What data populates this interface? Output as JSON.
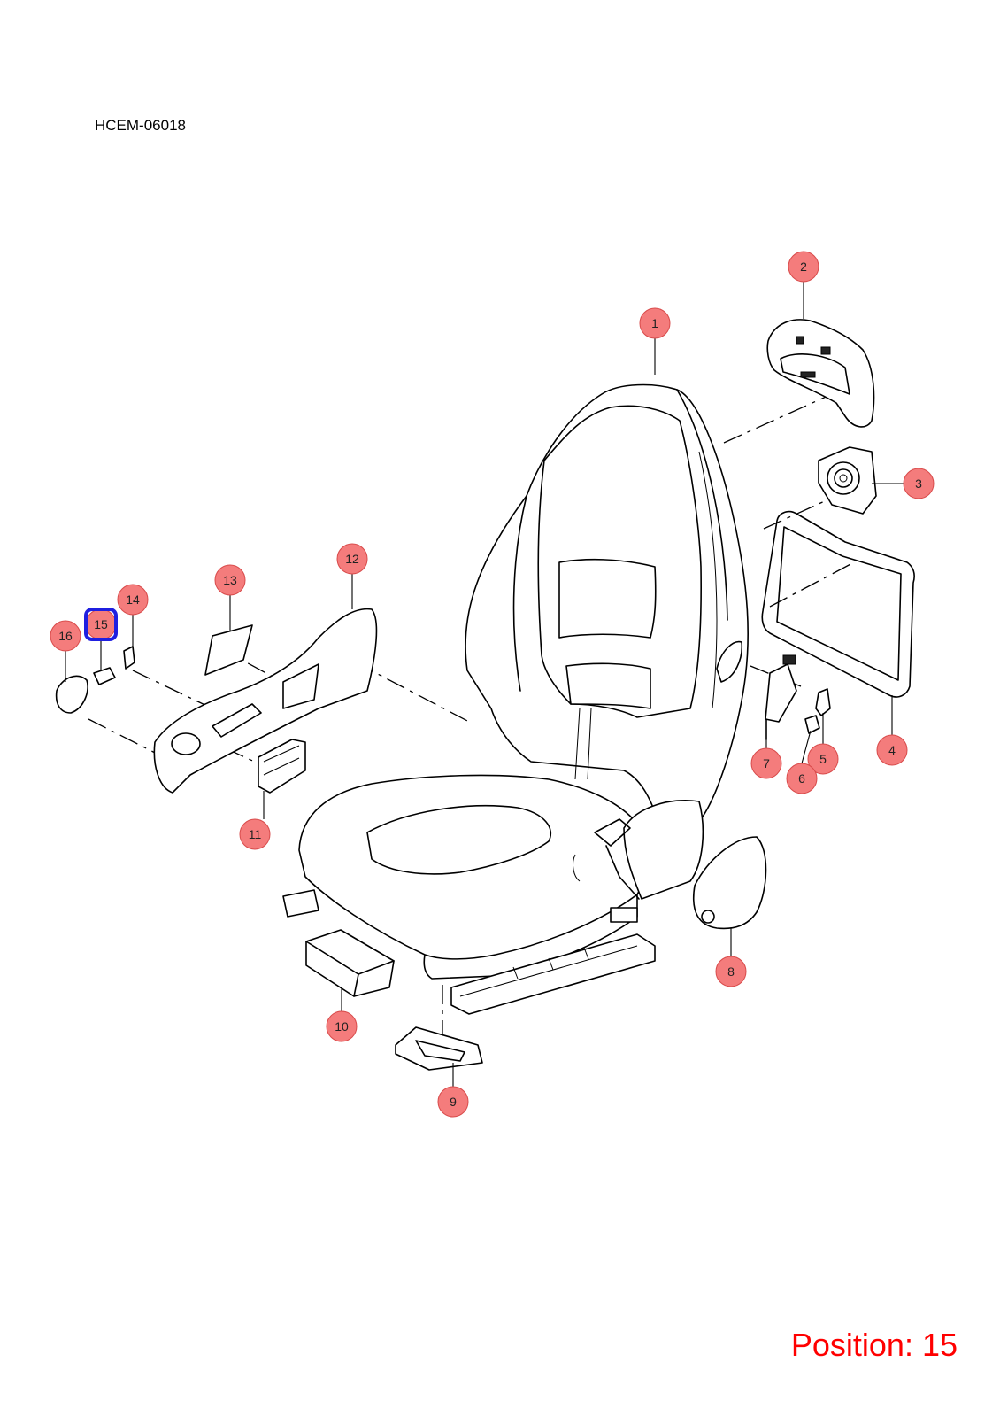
{
  "drawing_code": "HCEM-06018",
  "position_readout": "Position: 15",
  "selected_callout": "15",
  "colors": {
    "callout_fill": "#f47c7c",
    "callout_stroke": "#d84a4a",
    "highlight": "#1f1fe0",
    "position_text": "#ff0000"
  },
  "callouts": [
    {
      "label": "1"
    },
    {
      "label": "2"
    },
    {
      "label": "3"
    },
    {
      "label": "4"
    },
    {
      "label": "5"
    },
    {
      "label": "6"
    },
    {
      "label": "7"
    },
    {
      "label": "8"
    },
    {
      "label": "9"
    },
    {
      "label": "10"
    },
    {
      "label": "11"
    },
    {
      "label": "12"
    },
    {
      "label": "13"
    },
    {
      "label": "14"
    },
    {
      "label": "15"
    },
    {
      "label": "16"
    }
  ]
}
